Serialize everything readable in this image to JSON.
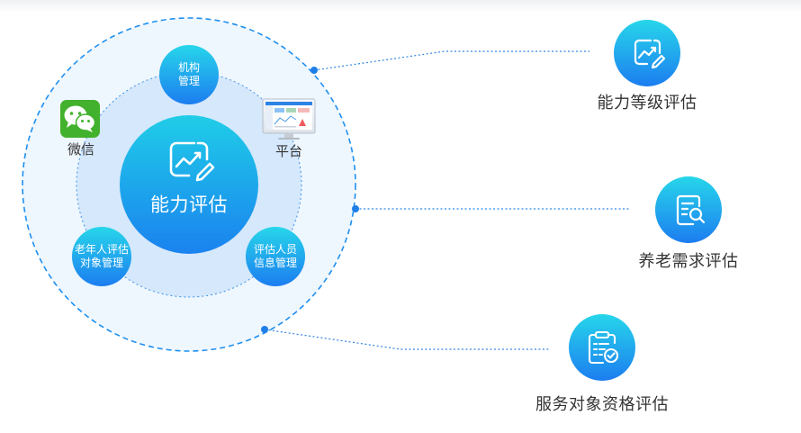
{
  "center": {
    "title": "能力评估"
  },
  "nodes": {
    "institution": {
      "line1": "机构",
      "line2": "管理"
    },
    "elder": {
      "line1": "老年人评估",
      "line2": "对象管理"
    },
    "assessor": {
      "line1": "评估人员",
      "line2": "信息管理"
    }
  },
  "apps": {
    "wechat": {
      "label": "微信"
    },
    "platform": {
      "label": "平台"
    }
  },
  "features": [
    {
      "label": "能力等级评估",
      "icon": "chart-pen-icon"
    },
    {
      "label": "养老需求评估",
      "icon": "document-search-icon"
    },
    {
      "label": "服务对象资格评估",
      "icon": "clipboard-check-icon"
    }
  ],
  "colors": {
    "accent": "#1f8fef",
    "accent_light": "#22d3e8",
    "outer_fill": "#eef6fe",
    "inner_fill": "#d5e8fc",
    "wechat_green": "#42b12d",
    "text": "#333333"
  }
}
